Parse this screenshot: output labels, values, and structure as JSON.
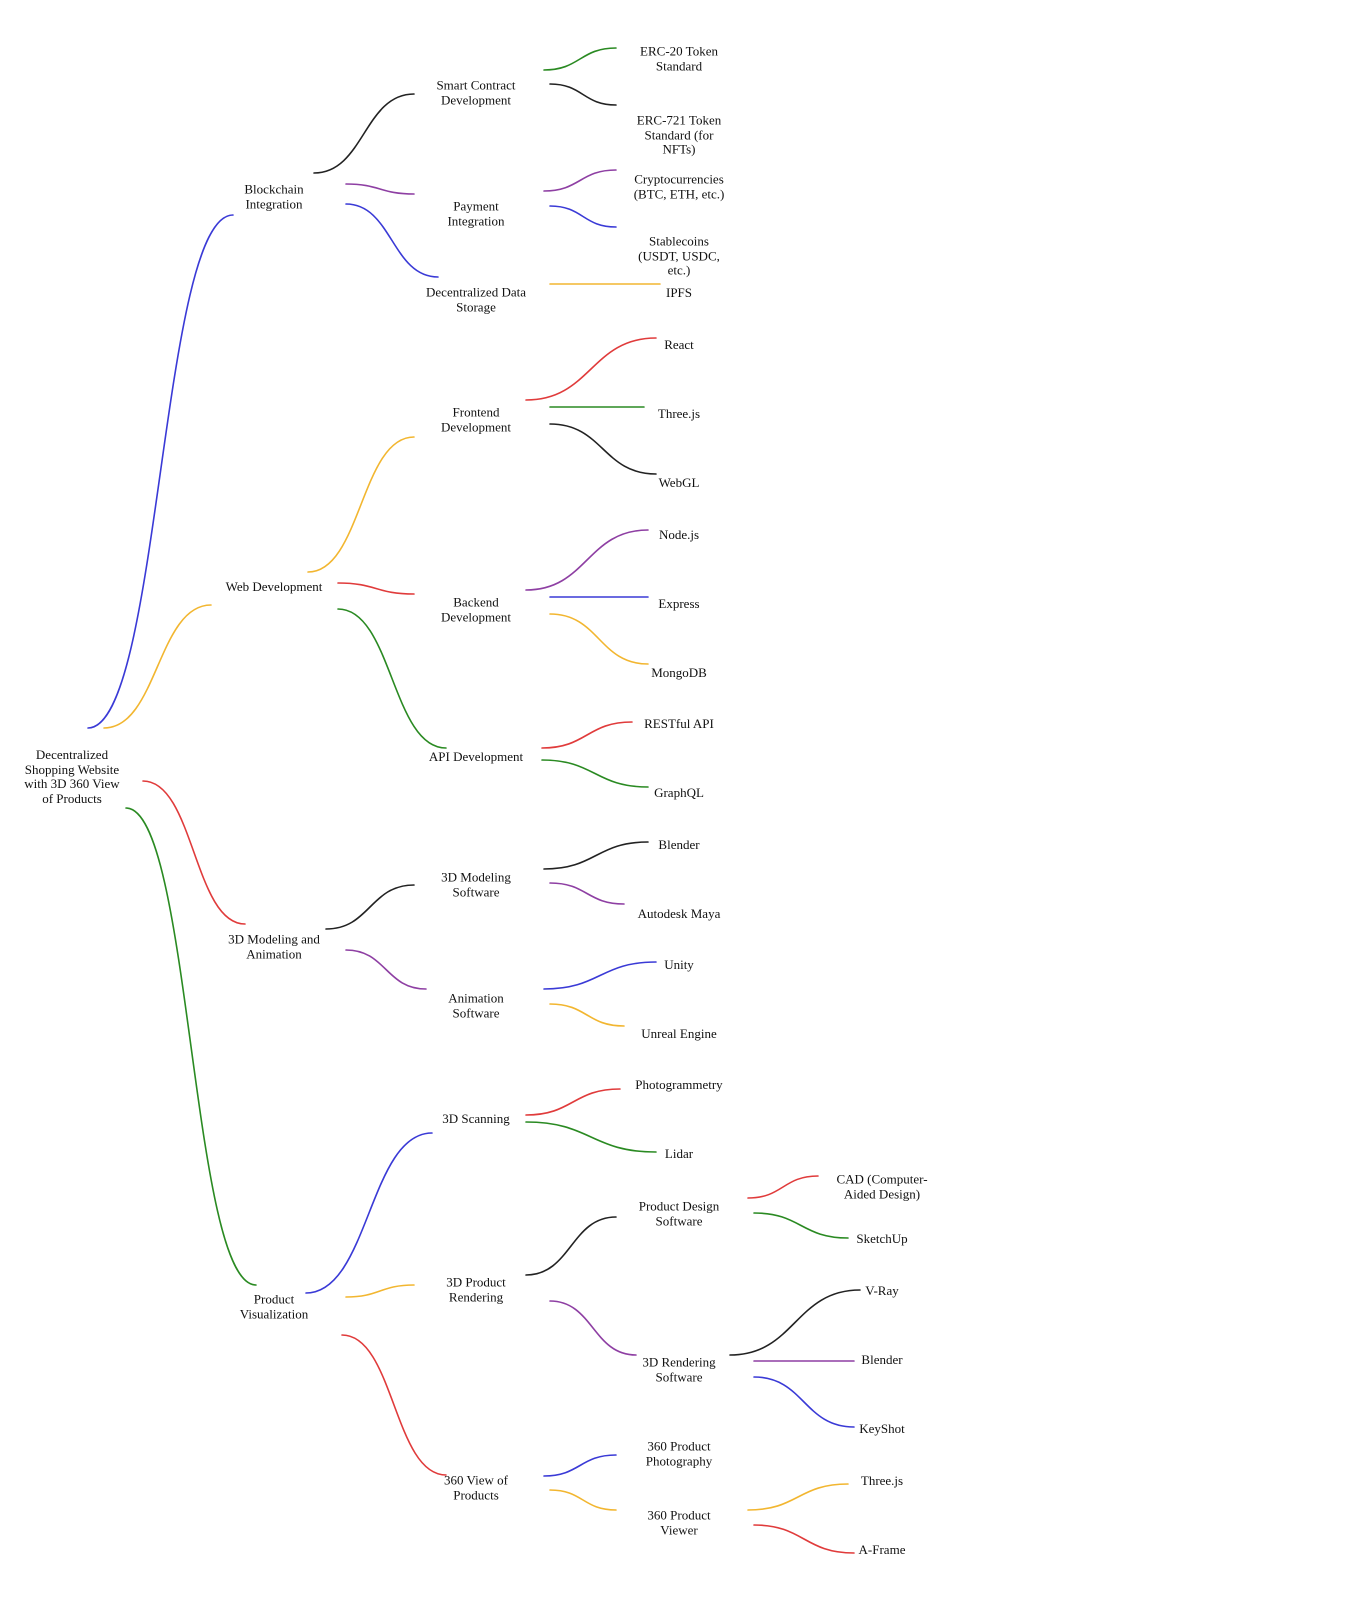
{
  "colors": {
    "blue": "#3a3ad6",
    "yellow": "#f2b630",
    "red": "#e03b3b",
    "green": "#2a8a22",
    "black": "#222222",
    "purple": "#8e3fa3"
  },
  "nodes": {
    "root": "Decentralized Shopping Website with 3D 360 View of Products",
    "blockchain": "Blockchain Integration",
    "webdev": "Web Development",
    "modeling_animation": "3D Modeling and Animation",
    "visualization": "Product Visualization",
    "smart_contract": "Smart Contract Development",
    "erc20": "ERC-20 Token Standard",
    "erc721": "ERC-721 Token Standard (for NFTs)",
    "payment": "Payment Integration",
    "crypto": "Cryptocurrencies (BTC, ETH, etc.)",
    "stablecoins": "Stablecoins (USDT, USDC, etc.)",
    "storage": "Decentralized Data Storage",
    "ipfs": "IPFS",
    "frontend": "Frontend Development",
    "react": "React",
    "threejs_fe": "Three.js",
    "webgl": "WebGL",
    "backend": "Backend Development",
    "nodejs": "Node.js",
    "express": "Express",
    "mongodb": "MongoDB",
    "api": "API Development",
    "restful": "RESTful API",
    "graphql": "GraphQL",
    "modeling_sw": "3D Modeling Software",
    "blender_m": "Blender",
    "maya": "Autodesk Maya",
    "animation_sw": "Animation Software",
    "unity": "Unity",
    "unreal": "Unreal Engine",
    "scanning": "3D Scanning",
    "photogrammetry": "Photogrammetry",
    "lidar": "Lidar",
    "rendering": "3D Product Rendering",
    "design_sw": "Product Design Software",
    "cad": "CAD (Computer-Aided Design)",
    "sketchup": "SketchUp",
    "render_sw": "3D Rendering Software",
    "vray": "V-Ray",
    "blender_r": "Blender",
    "keyshot": "KeyShot",
    "view360": "360 View of Products",
    "photo360": "360 Product Photography",
    "viewer360": "360 Product Viewer",
    "threejs_v": "Three.js",
    "aframe": "A-Frame"
  }
}
